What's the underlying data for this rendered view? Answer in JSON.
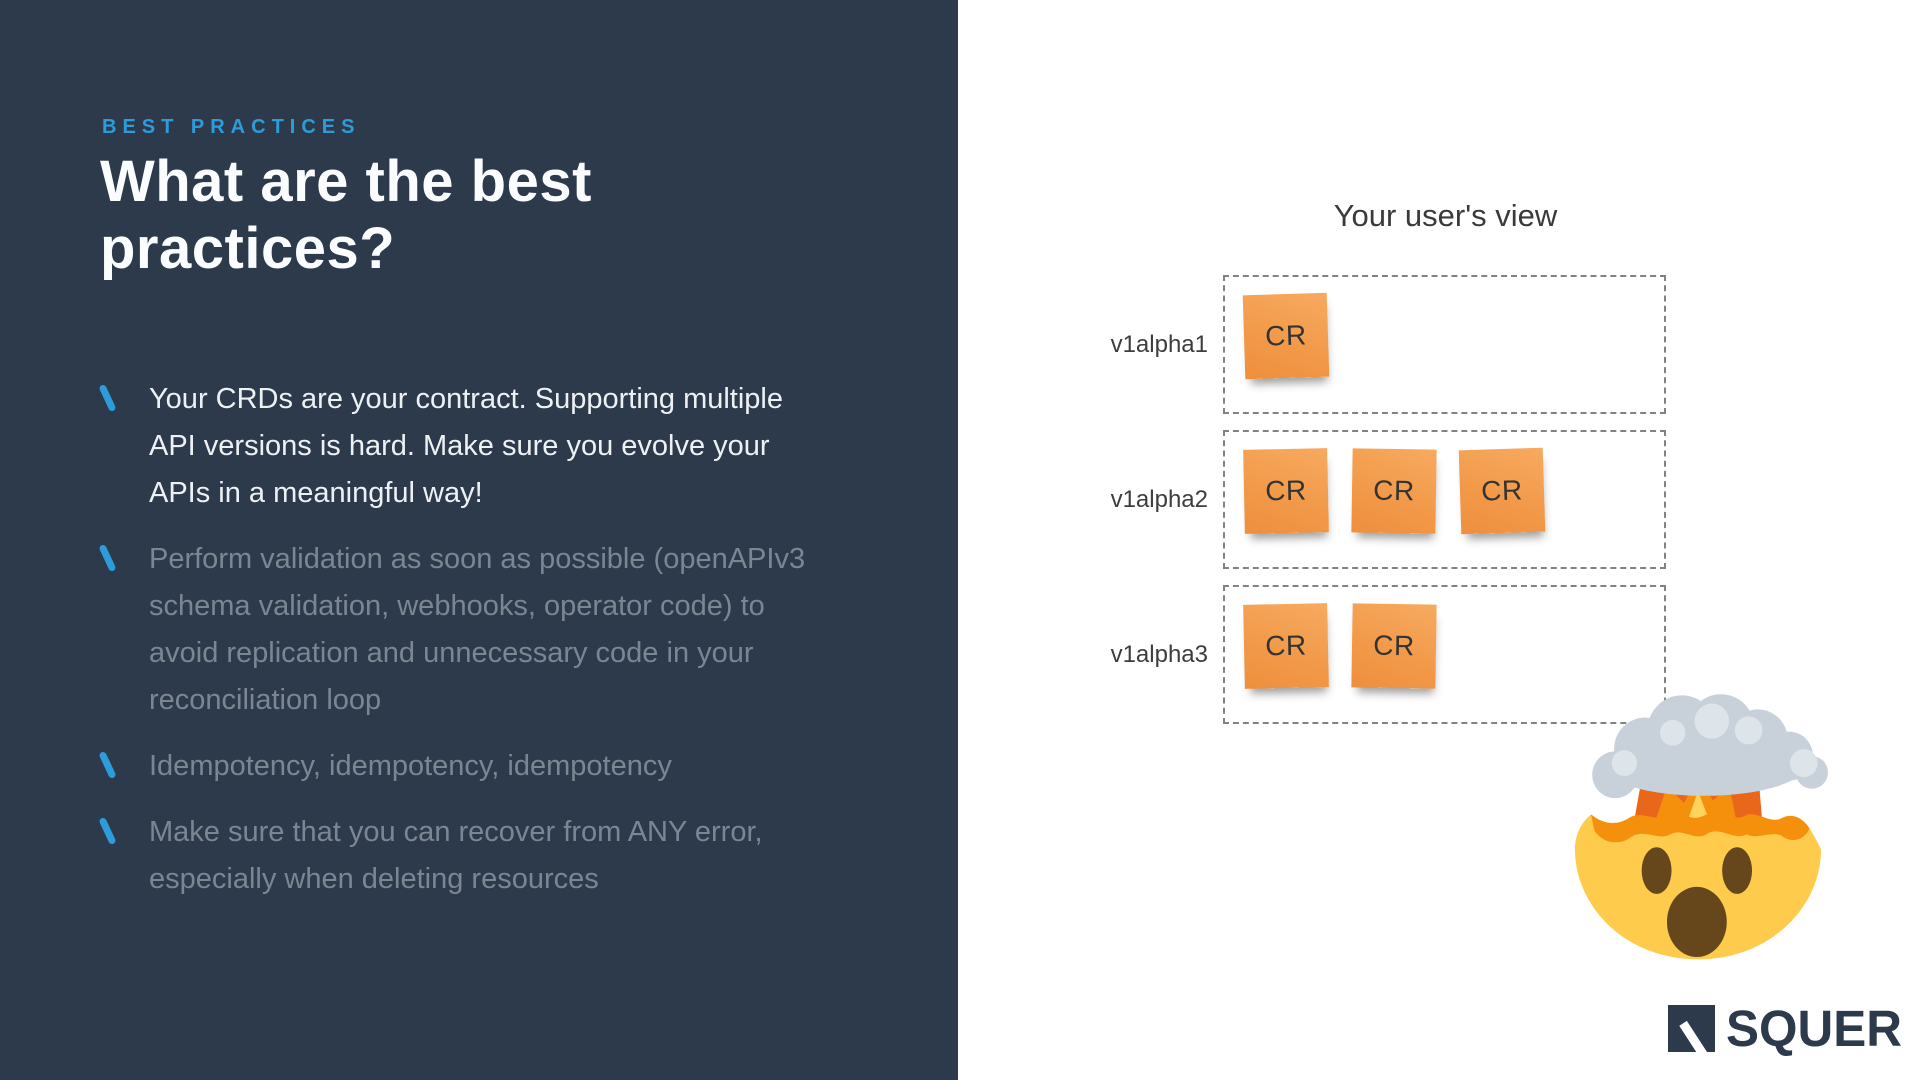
{
  "slide": {
    "eyebrow": "BEST PRACTICES",
    "title": "What are the best practices?",
    "bullets": [
      {
        "text": "Your CRDs are your contract. Supporting multiple API versions is hard. Make sure you evolve your APIs in a meaningful way!",
        "state": "highlighted"
      },
      {
        "text": "Perform validation as soon as possible (openAPIv3 schema validation, webhooks, operator code) to avoid replication and unnecessary code in your reconciliation loop",
        "state": "dimmed"
      },
      {
        "text": "Idempotency, idempotency, idempotency",
        "state": "dimmed"
      },
      {
        "text": "Make sure that you can recover from ANY error, especially when deleting resources",
        "state": "dimmed"
      }
    ]
  },
  "diagram": {
    "title": "Your user's view",
    "rows": [
      {
        "label": "v1alpha1",
        "cards": [
          "CR"
        ]
      },
      {
        "label": "v1alpha2",
        "cards": [
          "CR",
          "CR",
          "CR"
        ]
      },
      {
        "label": "v1alpha3",
        "cards": [
          "CR",
          "CR"
        ]
      }
    ],
    "emoji": "exploding-head"
  },
  "branding": {
    "logo_text": "SQUER"
  },
  "colors": {
    "panel_bg": "#2c3a4b",
    "accent_blue": "#2d9cdb",
    "sticky_orange": "#f29a4a",
    "dimmed_text": "#7c8693",
    "logo_navy": "#2c3a4b"
  }
}
